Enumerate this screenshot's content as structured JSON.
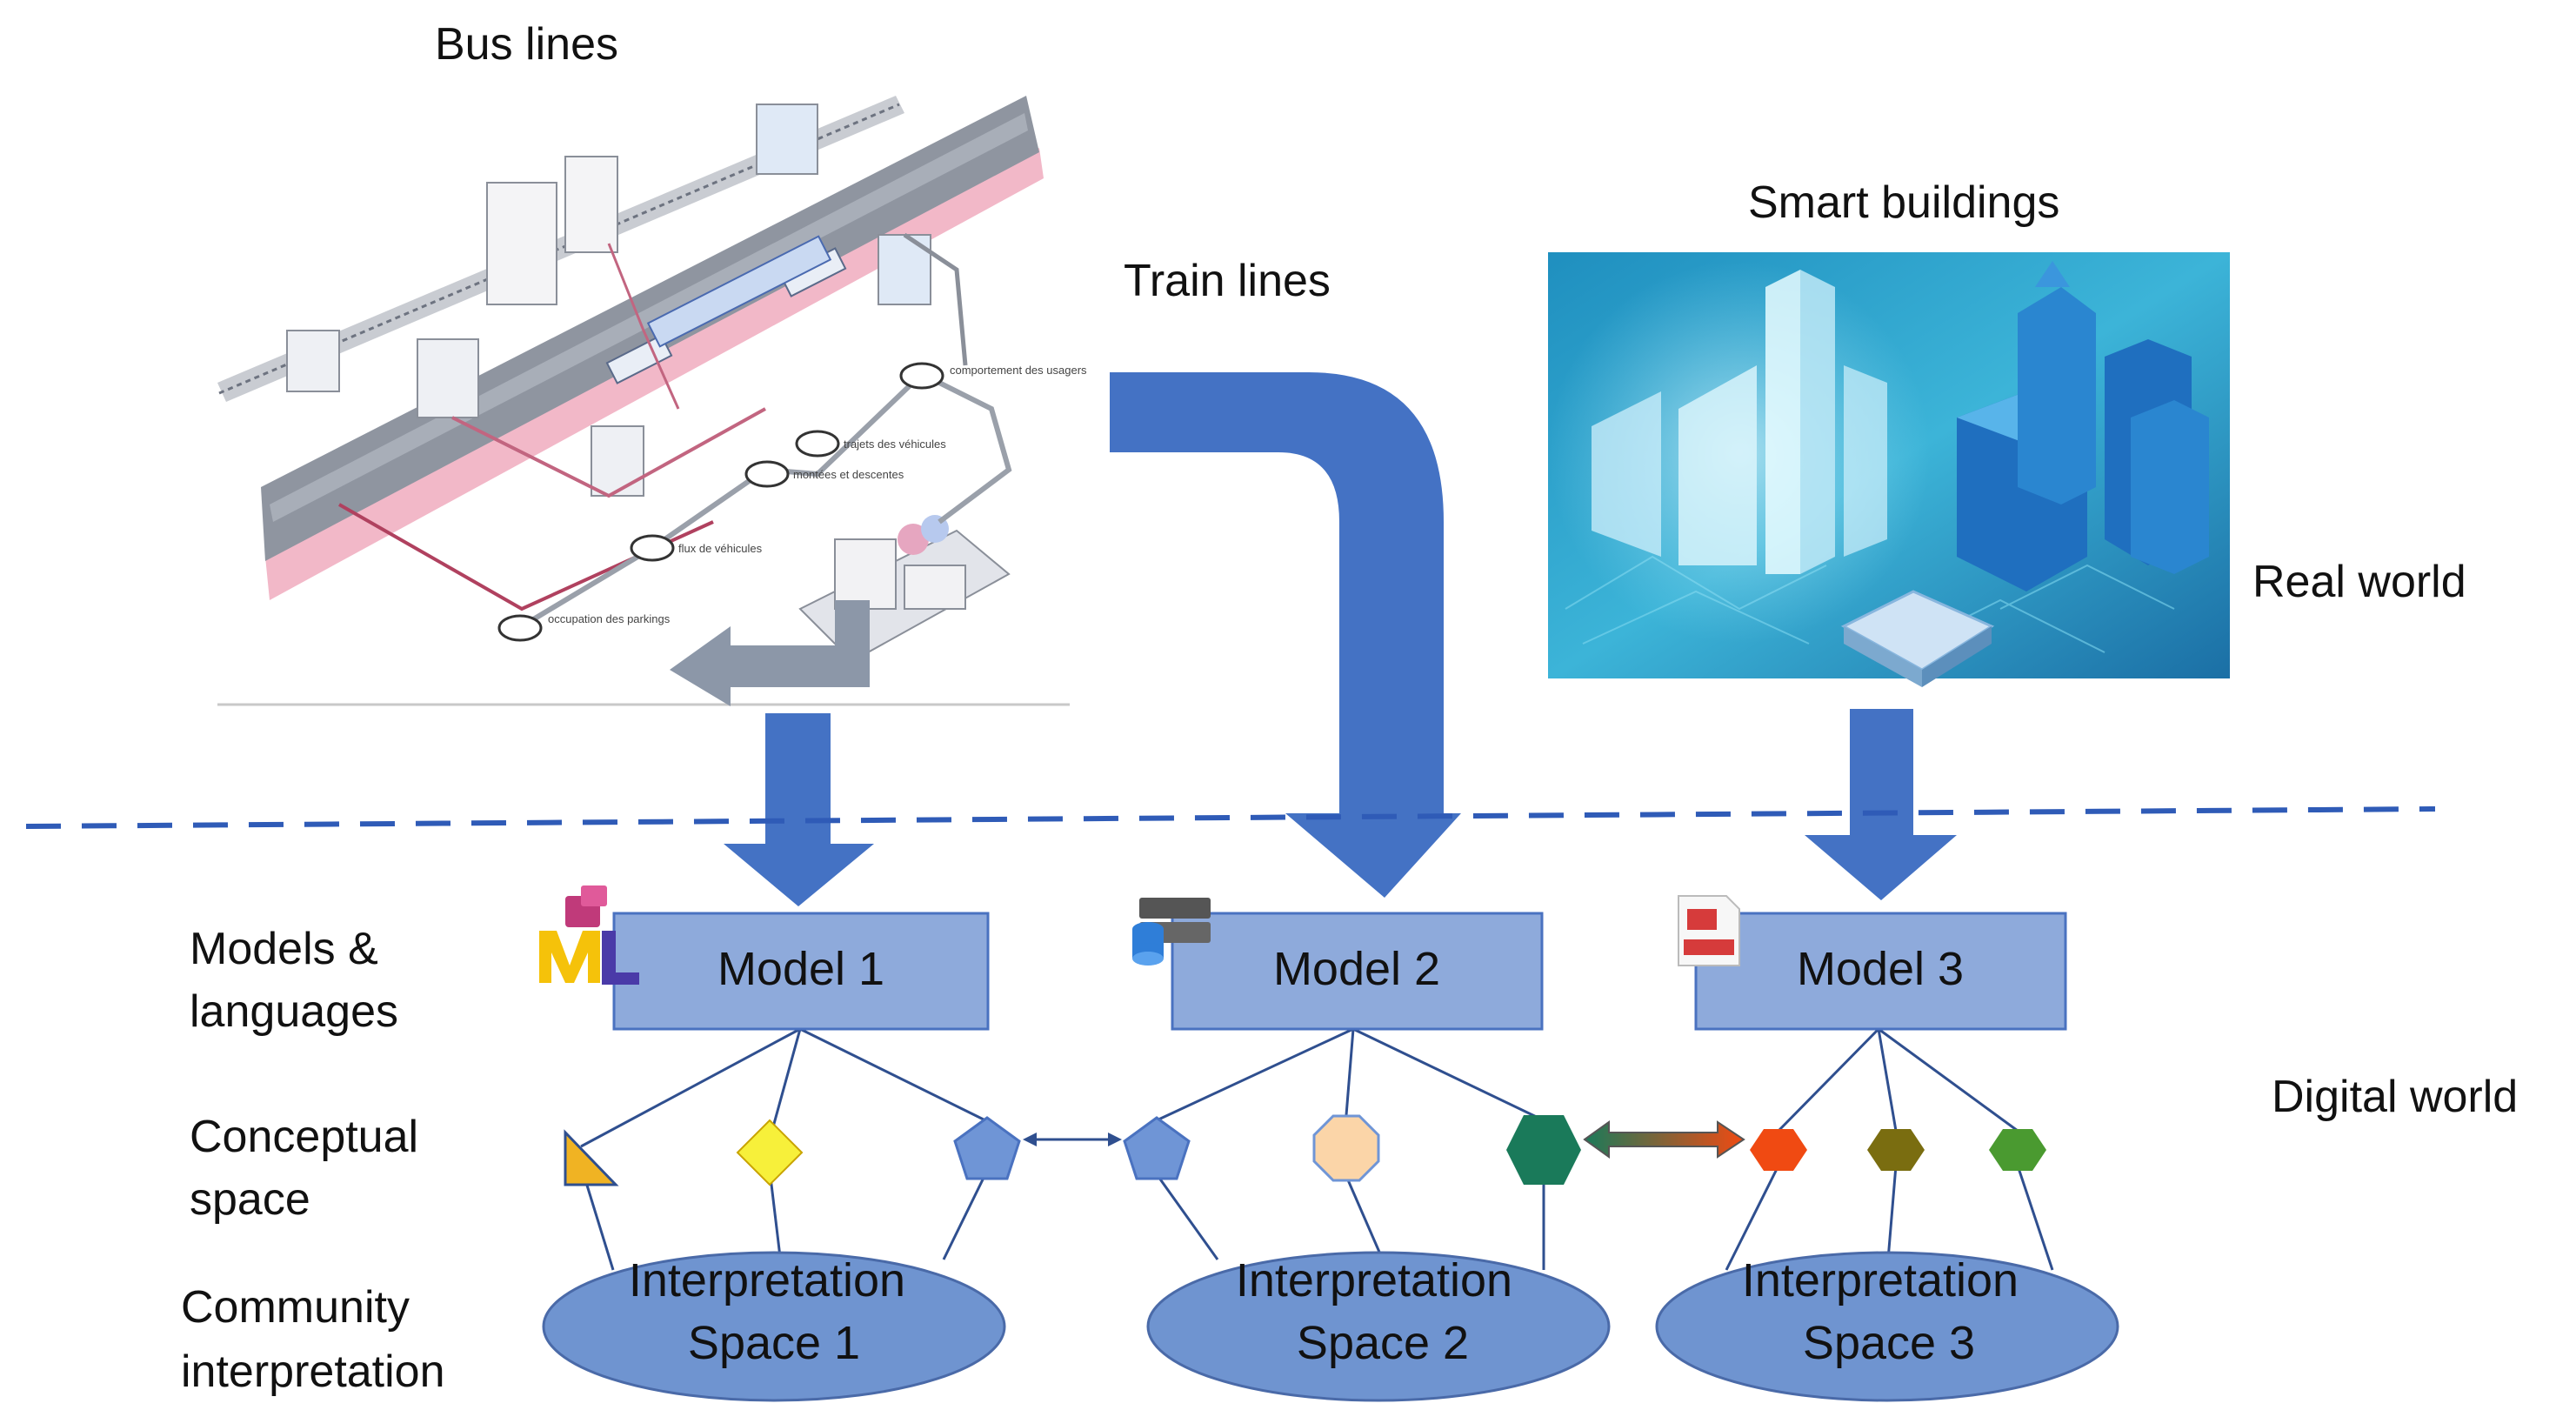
{
  "labels": {
    "bus_lines": "Bus lines",
    "train_lines": "Train lines",
    "smart_buildings": "Smart buildings",
    "real_world": "Real world",
    "digital_world": "Digital world",
    "models_languages_1": "Models &",
    "models_languages_2": "languages",
    "conceptual_space_1": "Conceptual",
    "conceptual_space_2": "space",
    "community_1": "Community",
    "community_2": "interpretation"
  },
  "models": [
    {
      "label": "Model 1"
    },
    {
      "label": "Model 2"
    },
    {
      "label": "Model 3"
    }
  ],
  "spaces": [
    {
      "line1": "Interpretation",
      "line2": "Space 1"
    },
    {
      "line1": "Interpretation",
      "line2": "Space 2"
    },
    {
      "line1": "Interpretation",
      "line2": "Space 3"
    }
  ],
  "bus_map_annotations": [
    "comportement des usagers",
    "trajets des véhicules",
    "montées et descentes",
    "flux de véhicules",
    "occupation des parkings"
  ],
  "colors": {
    "arrow_blue": "#4472c4",
    "model_box": "#8eaadb",
    "model_box_stroke": "#4a72c0",
    "ellipse": "#6f94d0",
    "line": "#2f4f8f",
    "dash": "#2f5bb7",
    "triangle": "#f0b323",
    "diamond": "#f7f03a",
    "pentagon": "#6f95d6",
    "octagon": "#fbd5a8",
    "hex_dark_green": "#1a7a5a",
    "hex_red": "#f04a12",
    "hex_olive": "#7a6d10",
    "hex_green": "#4a9a30",
    "city_bg": "#2fa3c7"
  },
  "icons": {
    "uml_logo": "uml-logo-icon",
    "database": "database-icon",
    "document": "document-icon"
  }
}
